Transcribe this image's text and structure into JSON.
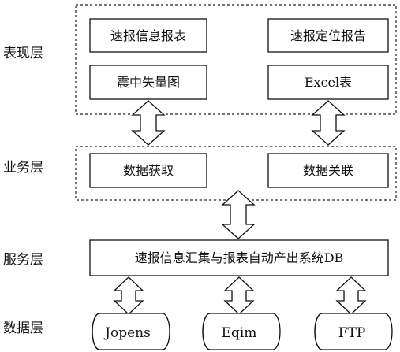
{
  "layers": {
    "presentation": {
      "label": "表现层",
      "boxes": [
        "速报信息报表",
        "速报定位报告",
        "震中失量图",
        "Excel表"
      ]
    },
    "business": {
      "label": "业务层",
      "boxes": [
        "数据获取",
        "数据关联"
      ]
    },
    "service": {
      "label": "服务层",
      "box": "速报信息汇集与报表自动产出系统DB"
    },
    "data": {
      "label": "数据层",
      "sources": [
        "Jopens",
        "Eqim",
        "FTP"
      ]
    }
  }
}
